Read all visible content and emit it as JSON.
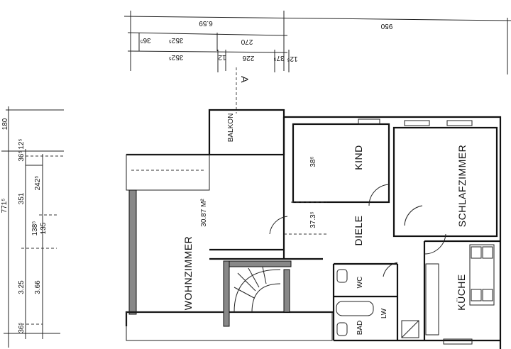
{
  "rooms": {
    "wohnzimmer": "WOHNZIMMER",
    "wohnzimmer_area": "30.87 M²",
    "balkon": "BALKON",
    "kind": "KIND",
    "schlafzimmer": "SCHLAFZIMMER",
    "diele": "DIELE",
    "wc": "WC",
    "lw": "LW",
    "bad": "BAD",
    "kueche": "KÜCHE"
  },
  "section_marker": "A",
  "top_dimensions": {
    "overall_left": "6.59",
    "overall_right": "950",
    "row2": [
      "36⁵",
      "352⁵",
      "270"
    ],
    "row3": [
      "352⁵",
      "12",
      "226",
      "37⁵",
      "12⁵"
    ]
  },
  "left_dimensions": {
    "total": "771⁵",
    "top": "180",
    "col1": [
      "12⁵",
      "36⁵",
      "351",
      "3.25",
      "36⁵"
    ],
    "col2": [
      "242⁵",
      "138⁵",
      "135",
      "3.66"
    ]
  },
  "inner_dimensions": [
    "38⁵",
    "37.3⁵"
  ]
}
